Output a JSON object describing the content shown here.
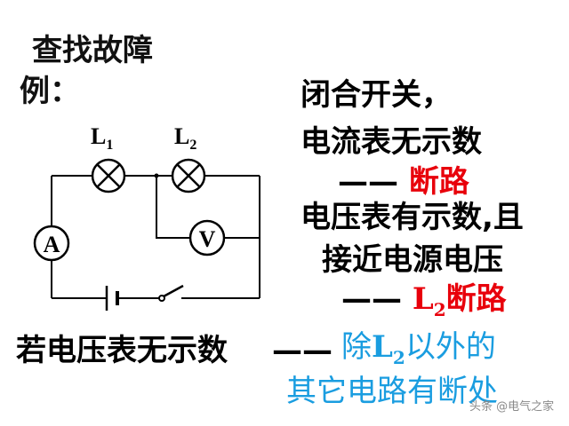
{
  "title": {
    "line1": "查找故障",
    "line2": "例："
  },
  "circuit": {
    "lamp1_label": "L",
    "lamp1_sub": "1",
    "lamp2_label": "L",
    "lamp2_sub": "2",
    "ammeter": "A",
    "voltmeter": "V"
  },
  "case1": {
    "line1": "闭合开关，",
    "line2": "电流表无示数",
    "result_dash": "—— ",
    "result": "断路"
  },
  "case2": {
    "line1": "电压表有示数,且",
    "line2": "接近电源电压",
    "result_dash": "—— ",
    "result_l": "L",
    "result_sub": "2",
    "result_rest": "断路"
  },
  "case3": {
    "cond": "若电压表无示数",
    "dash": "——",
    "pre": "除",
    "l": "L",
    "sub": "2",
    "rest": "以外的",
    "line2": "其它电路有断处"
  },
  "watermark": "头条 @电气之家",
  "colors": {
    "red": "#e8000b",
    "blue": "#1a9de0",
    "black": "#000000"
  }
}
